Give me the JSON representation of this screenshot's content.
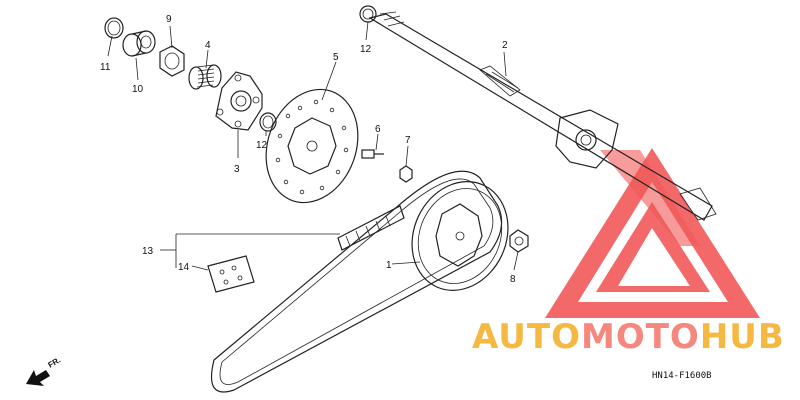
{
  "parts": [
    {
      "id": "callout-1",
      "label": "1"
    },
    {
      "id": "callout-2",
      "label": "2"
    },
    {
      "id": "callout-3",
      "label": "3"
    },
    {
      "id": "callout-4",
      "label": "4"
    },
    {
      "id": "callout-5",
      "label": "5"
    },
    {
      "id": "callout-6",
      "label": "6"
    },
    {
      "id": "callout-7",
      "label": "7"
    },
    {
      "id": "callout-8",
      "label": "8"
    },
    {
      "id": "callout-9",
      "label": "9"
    },
    {
      "id": "callout-10",
      "label": "10"
    },
    {
      "id": "callout-11",
      "label": "11"
    },
    {
      "id": "callout-12a",
      "label": "12"
    },
    {
      "id": "callout-12b",
      "label": "12"
    },
    {
      "id": "callout-13",
      "label": "13"
    },
    {
      "id": "callout-14",
      "label": "14"
    }
  ],
  "diagram_code": "HN14-F1600B",
  "front_marker": "FR.",
  "watermark": {
    "part1": "AUTO",
    "part2": "MOTO",
    "part3": "HUB",
    "color1": "#f5b942",
    "color2": "#f4877e",
    "color3": "#f5b942",
    "triangle_color": "#ef3b3b"
  }
}
